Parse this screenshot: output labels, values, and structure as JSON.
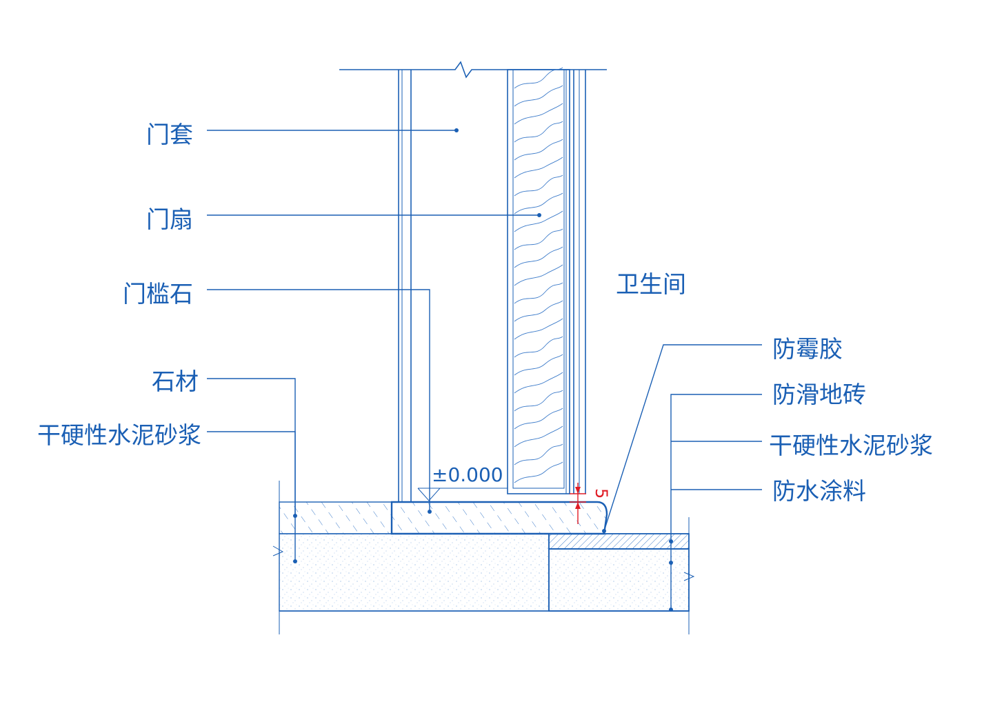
{
  "labels_left": {
    "door_casing": "门套",
    "door_leaf": "门扇",
    "threshold_stone": "门槛石",
    "stone": "石材",
    "dry_mortar_left": "干硬性水泥砂浆"
  },
  "labels_right": {
    "mildew_sealant": "防霉胶",
    "antislip_tile": "防滑地砖",
    "dry_mortar_right": "干硬性水泥砂浆",
    "waterproof_coating": "防水涂料"
  },
  "room_label": "卫生间",
  "elevation_mark": "±0.000",
  "dimension_value": "5",
  "colors": {
    "line": "#1a5fb4",
    "dimension": "#e01b24",
    "background": "#ffffff"
  }
}
